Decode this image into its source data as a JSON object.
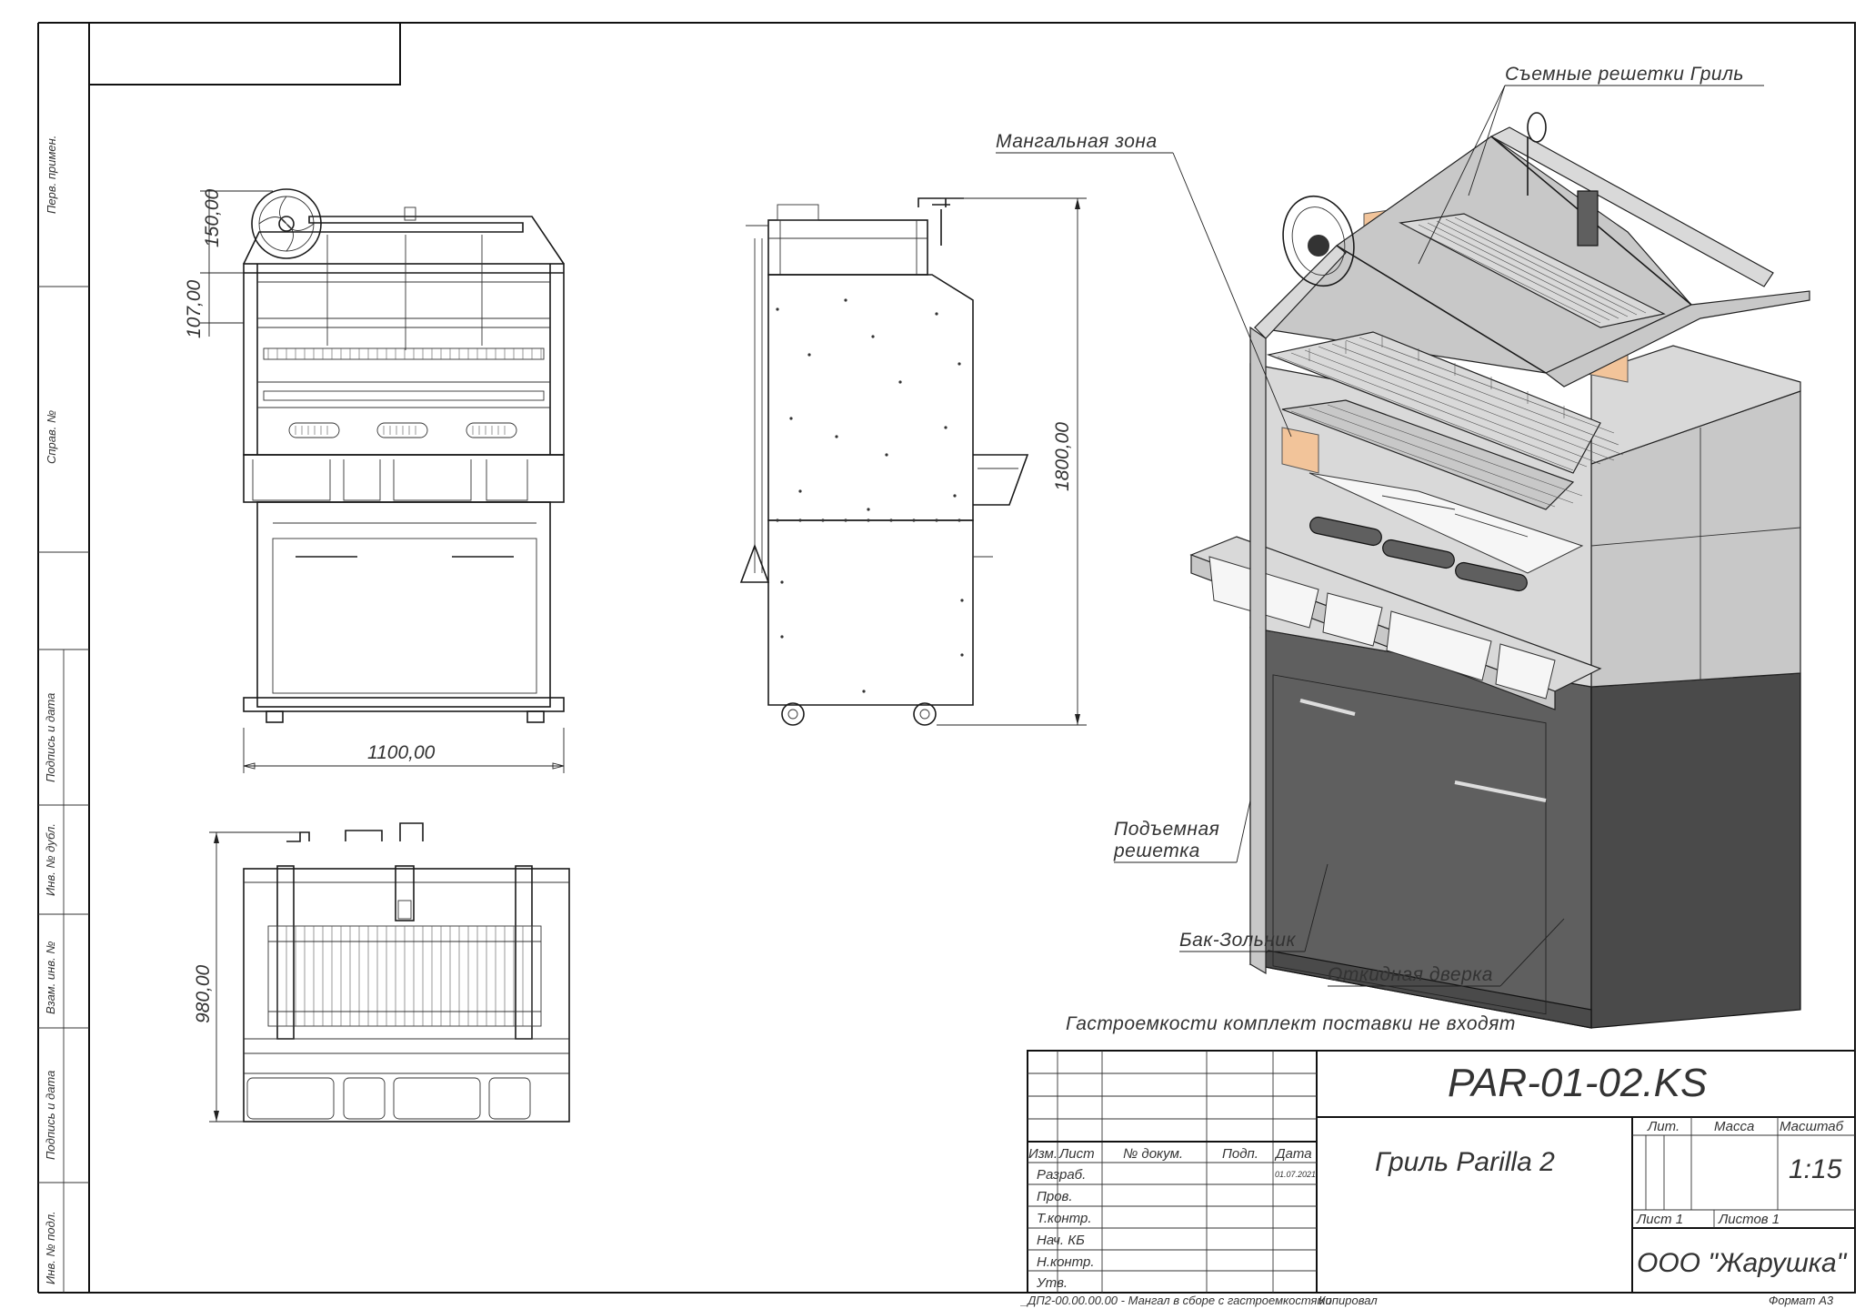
{
  "side_stamps": {
    "perv_primen": "Перв. примен.",
    "sprav_no": "Справ. №",
    "podpis_data_1": "Подпись и дата",
    "inv_dubl": "Инв. № дубл.",
    "vzam_inv": "Взам. инв. №",
    "podpis_data_2": "Подпись и дата",
    "inv_podl": "Инв. № подл."
  },
  "dimensions": {
    "width_front": "1100,00",
    "height_side": "1800,00",
    "depth_top": "980,00",
    "wheel_offset": "150,00",
    "grate_gap": "107,00"
  },
  "callouts": {
    "removable_grates": "Съемные решетки Гриль",
    "brazier_zone": "Мангальная зона",
    "lifting_grate_line1": "Подъемная",
    "lifting_grate_line2": "решетка",
    "ash_tank": "Бак-Зольник",
    "folding_door": "Откидная дверка",
    "note_gastro": "Гастроемкости  комплект поставки не входят"
  },
  "title_block": {
    "designation": "PAR-01-02.KS",
    "product_name": "Гриль Parilla 2",
    "company": "ООО \"Жарушка\"",
    "scale": "1:15",
    "sheet": "Лист 1",
    "sheets_total": "Листов 1",
    "col_lit": "Лит.",
    "col_mass": "Масса",
    "col_scale": "Масштаб",
    "hdr_izm": "Изм.",
    "hdr_list": "Лист",
    "hdr_doc": "№ докум.",
    "hdr_sign": "Подп.",
    "hdr_date": "Дата",
    "row_razrab": "Разраб.",
    "row_prov": "Пров.",
    "row_tkontr": "Т.контр.",
    "row_nachkb": "Нач. КБ",
    "row_nkontr": "Н.контр.",
    "row_utv": "Утв.",
    "date_value": "01.07.2021",
    "copied": "Копировал",
    "format": "Формат А3",
    "footer_file": "_ДП2-00.00.00.00 - Мангал в сборе с гастроемкостями"
  },
  "colors": {
    "line": "#1a1a1a",
    "text": "#333333",
    "metal": "#d9d9d9",
    "dark_metal": "#5f5f5f",
    "firebrick": "#f2c49a"
  }
}
